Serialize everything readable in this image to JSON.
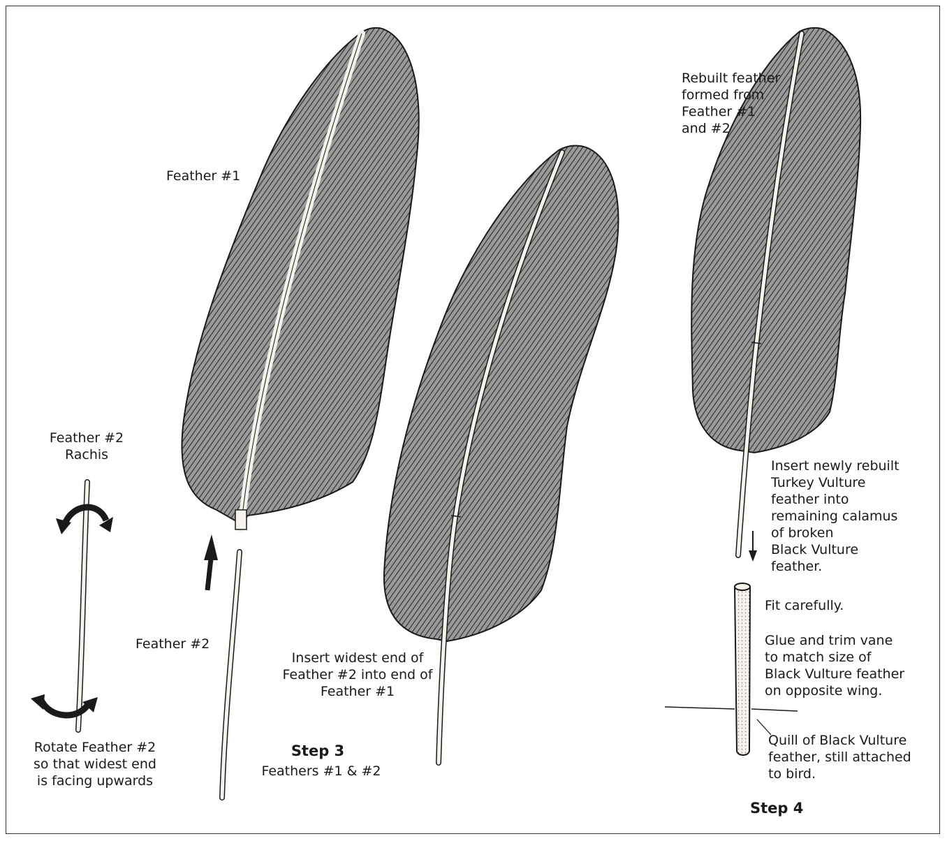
{
  "labels": {
    "feather1": "Feather #1",
    "feather2": "Feather #2",
    "feather2_rachis": [
      "Feather #2",
      "Rachis"
    ],
    "rotate": [
      "Rotate Feather #2",
      "so that widest end",
      "is facing upwards"
    ],
    "insert_widest": [
      "Insert widest end of",
      "Feather #2 into end of",
      "Feather #1"
    ],
    "step3_title": "Step 3",
    "step3_sub": "Feathers #1 & #2",
    "rebuilt": [
      "Rebuilt feather",
      "formed from",
      "Feather #1",
      "and #2"
    ],
    "insert_new": [
      "Insert newly rebuilt",
      "Turkey Vulture",
      "feather into",
      "remaining calamus",
      "of broken",
      "Black Vulture",
      "feather."
    ],
    "fit": "Fit carefully.",
    "glue": [
      "Glue and trim vane",
      "to match size of",
      "Black Vulture feather",
      "on opposite wing."
    ],
    "quill": [
      "Quill of Black Vulture",
      "feather, still attached",
      "to bird."
    ],
    "step4_title": "Step 4"
  },
  "colors": {
    "ink": "#1a1a1a",
    "vane": "#6e6e6e",
    "quill": "#f4f2ea"
  }
}
